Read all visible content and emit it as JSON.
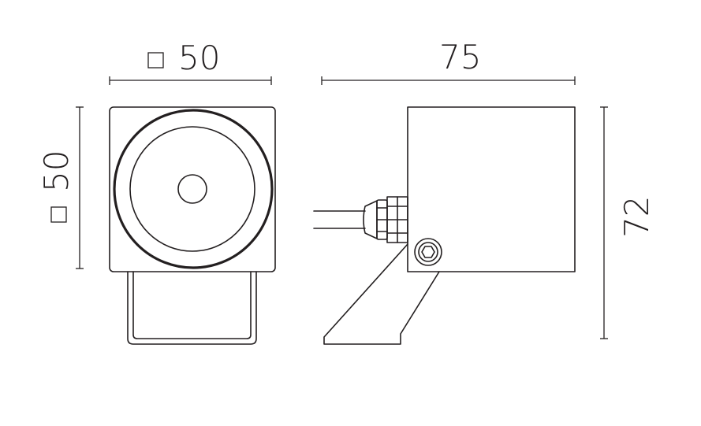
{
  "dimensions": {
    "front_width": "50",
    "front_height": "50",
    "side_length": "75",
    "side_height": "72"
  }
}
